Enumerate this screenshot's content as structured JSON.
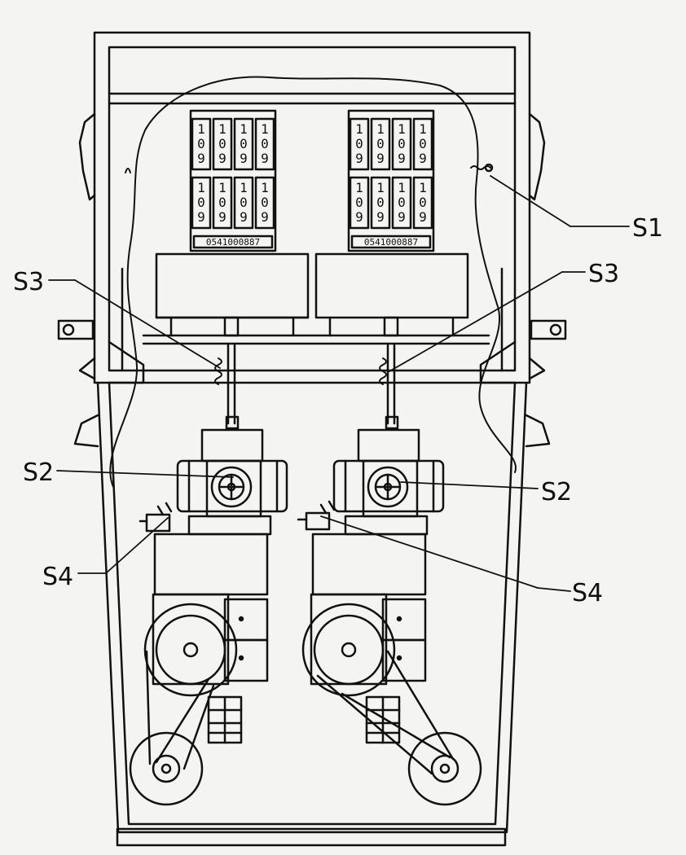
{
  "labels": {
    "s1": "S1",
    "s2_left": "S2",
    "s2_right": "S2",
    "s3_left": "S3",
    "s3_right": "S3",
    "s4_left": "S4",
    "s4_right": "S4"
  },
  "counter_display": {
    "digit_pairs": [
      "1",
      "0",
      "9"
    ],
    "serial": "0541000887"
  },
  "colors": {
    "ink": "#111111",
    "paper": "#f4f4f2"
  }
}
